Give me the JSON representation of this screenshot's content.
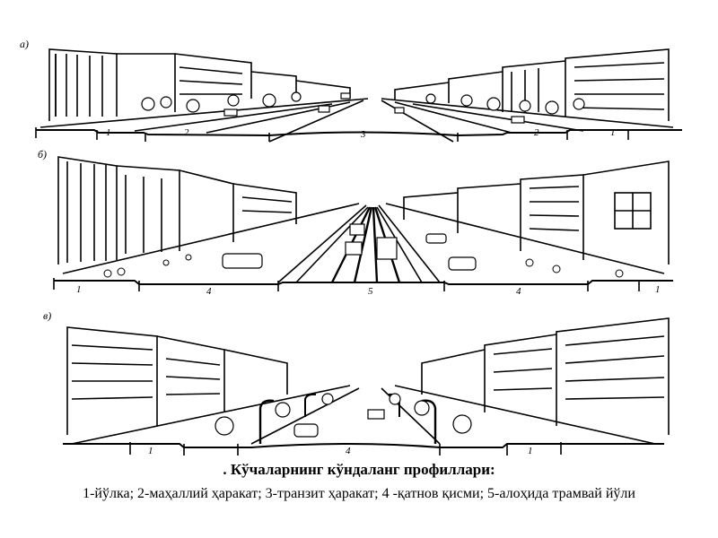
{
  "panels": [
    {
      "label": "а)",
      "dims": [
        "1",
        "2",
        "3",
        "2",
        "1"
      ]
    },
    {
      "label": "б)",
      "dims": [
        "1",
        "4",
        "5",
        "4",
        "1"
      ]
    },
    {
      "label": "в)",
      "dims": [
        "1",
        "4",
        "1"
      ]
    }
  ],
  "caption": {
    "title": ". Кўчаларнинг кўндаланг профиллари:",
    "legend": "1-йўлка; 2-маҳаллий ҳаракат; 3-транзит ҳаракат; 4 -қатнов қисми; 5-алоҳида трамвай йўли"
  }
}
